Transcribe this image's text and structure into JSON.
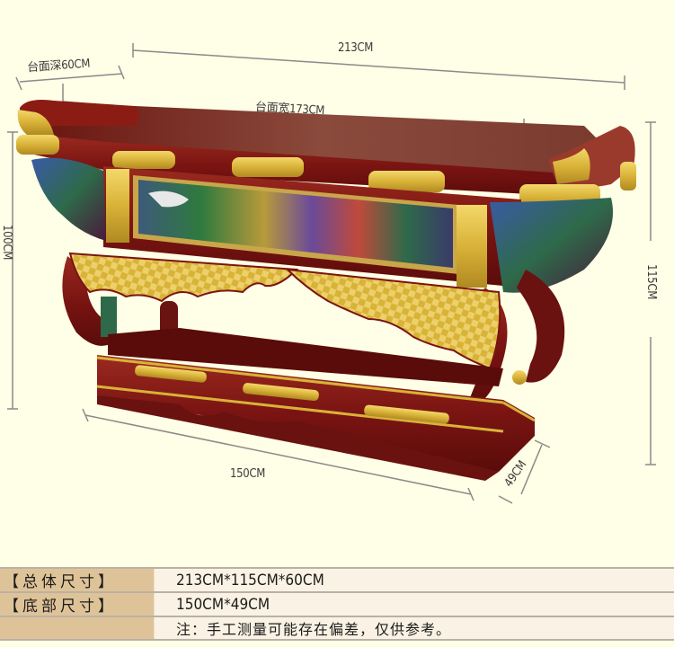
{
  "diagram": {
    "dimension_labels": {
      "top_depth": "台面深60CM",
      "overall_width": "213CM",
      "top_width": "台面宽173CM",
      "left_height": "100CM",
      "overall_height": "115CM",
      "base_width": "150CM",
      "base_depth": "49CM"
    },
    "colors": {
      "background": "#fffee6",
      "lacquer_red": "#7a1412",
      "gold": "#d9b238",
      "dimension_line": "#8a8a8a"
    }
  },
  "specs": {
    "rows": [
      {
        "label": "【总体尺寸】",
        "value": "213CM*115CM*60CM"
      },
      {
        "label": "【底部尺寸】",
        "value": "150CM*49CM"
      },
      {
        "label": "",
        "value": "注：手工测量可能存在偏差，仅供参考。"
      }
    ],
    "colors": {
      "label_bg": "#dfc398",
      "value_bg": "#faf2e4",
      "border": "#b9b2a4"
    }
  }
}
